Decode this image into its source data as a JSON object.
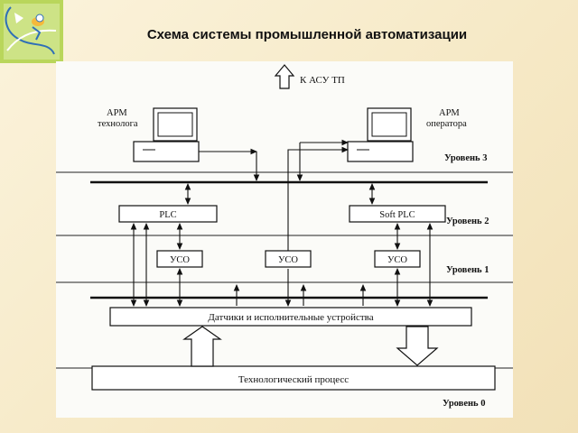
{
  "slide": {
    "title": "Схема системы промышленной автоматизации"
  },
  "diagram": {
    "top_label": "К АСУ ТП",
    "workstations": {
      "technologist": [
        "АРМ",
        "технолога"
      ],
      "operator": [
        "АРМ",
        "оператора"
      ]
    },
    "controllers": {
      "plc": "PLC",
      "soft_plc": "Soft PLC"
    },
    "uso_label": "УСО",
    "devices_label": "Датчики и исполнительные устройства",
    "process_label": "Технологический процесс",
    "levels": [
      "Уровень 3",
      "Уровень 2",
      "Уровень 1",
      "Уровень 0"
    ]
  },
  "colors": {
    "accent_logo": "#8cc63f",
    "logo_bg": "#b8d85a",
    "line": "#111111"
  }
}
